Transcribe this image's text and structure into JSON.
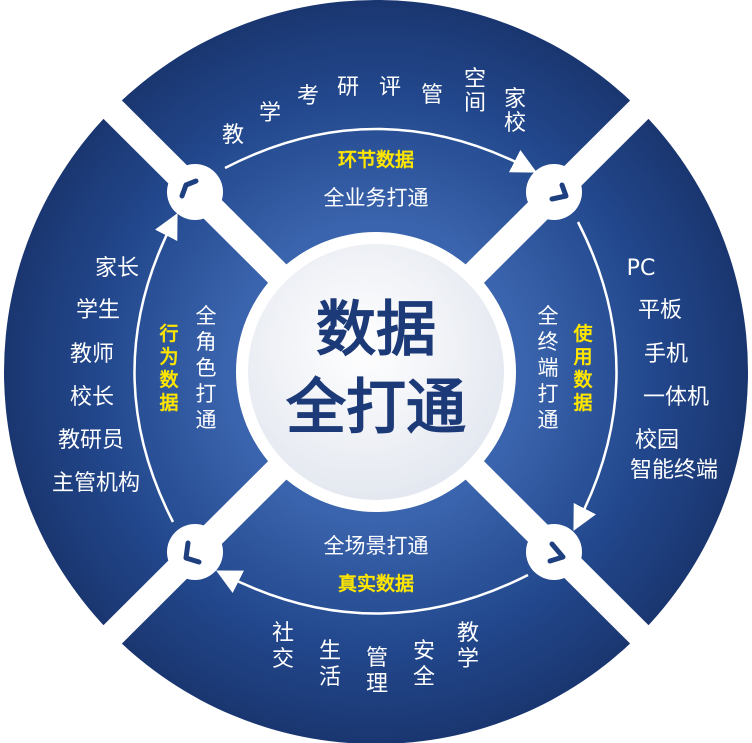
{
  "center": {
    "line1": "数据",
    "line2": "全打通"
  },
  "top": {
    "heading": "环节数据",
    "subtitle": "全业务打通",
    "items": [
      "教",
      "学",
      "考",
      "研",
      "评",
      "管",
      "空间",
      "家校"
    ]
  },
  "right": {
    "heading": "使用数据",
    "subtitle": "全终端打通",
    "items": [
      "PC",
      "平板",
      "手机",
      "一体机",
      "校园",
      "智能终端"
    ]
  },
  "bottom": {
    "heading": "真实数据",
    "subtitle": "全场景打通",
    "items": [
      "社交",
      "生活",
      "管理",
      "安全",
      "教学"
    ]
  },
  "left": {
    "heading": "行为数据",
    "subtitle": "全角色打通",
    "items": [
      "家长",
      "学生",
      "教师",
      "校长",
      "教研员",
      "主管机构"
    ]
  },
  "colors": {
    "ring": "#1e3f80",
    "ring_light": "#3a64ad",
    "highlight": "#ffe600",
    "center_text": "#1d3a78"
  }
}
